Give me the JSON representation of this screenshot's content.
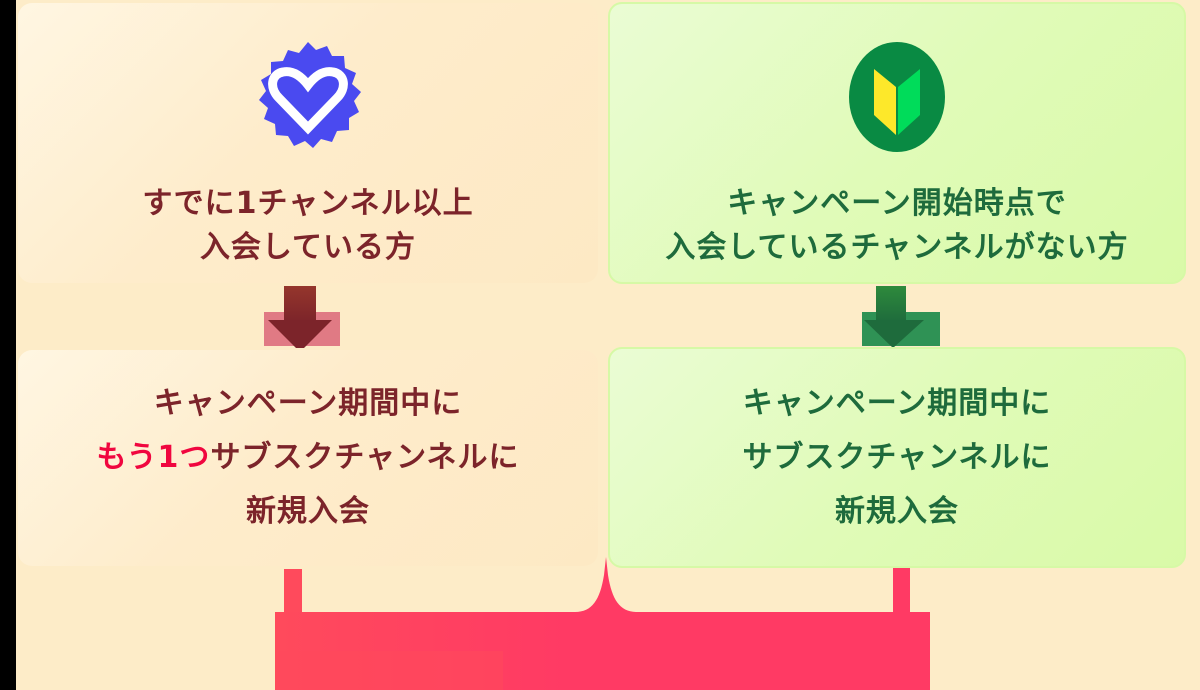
{
  "colors": {
    "background": "#fdecc8",
    "orange_text": "#7c242a",
    "green_text": "#1e6b3c",
    "highlight": "#f0063f",
    "badge_blue": "#4a4af0",
    "beginner_green_dark": "#098a43",
    "beginner_yellow": "#fde82a",
    "beginner_green_light": "#00dc5a",
    "bracket_pink": "#ff3b64",
    "arrow_red": "#7c242a",
    "arrow_green": "#1e6b3c"
  },
  "left": {
    "icon": "heart-badge-icon",
    "title_line1": "すでに1チャンネル以上",
    "title_line2": "入会している方",
    "step_line1": "キャンペーン期間中に",
    "step_line2_highlight": "もう1つ",
    "step_line2_rest": "サブスクチャンネルに",
    "step_line3": "新規入会"
  },
  "right": {
    "icon": "beginner-mark-icon",
    "title_line1": "キャンペーン開始時点で",
    "title_line2": "入会しているチャンネルがない方",
    "step_line1": "キャンペーン期間中に",
    "step_line2": "サブスクチャンネルに",
    "step_line3": "新規入会"
  }
}
